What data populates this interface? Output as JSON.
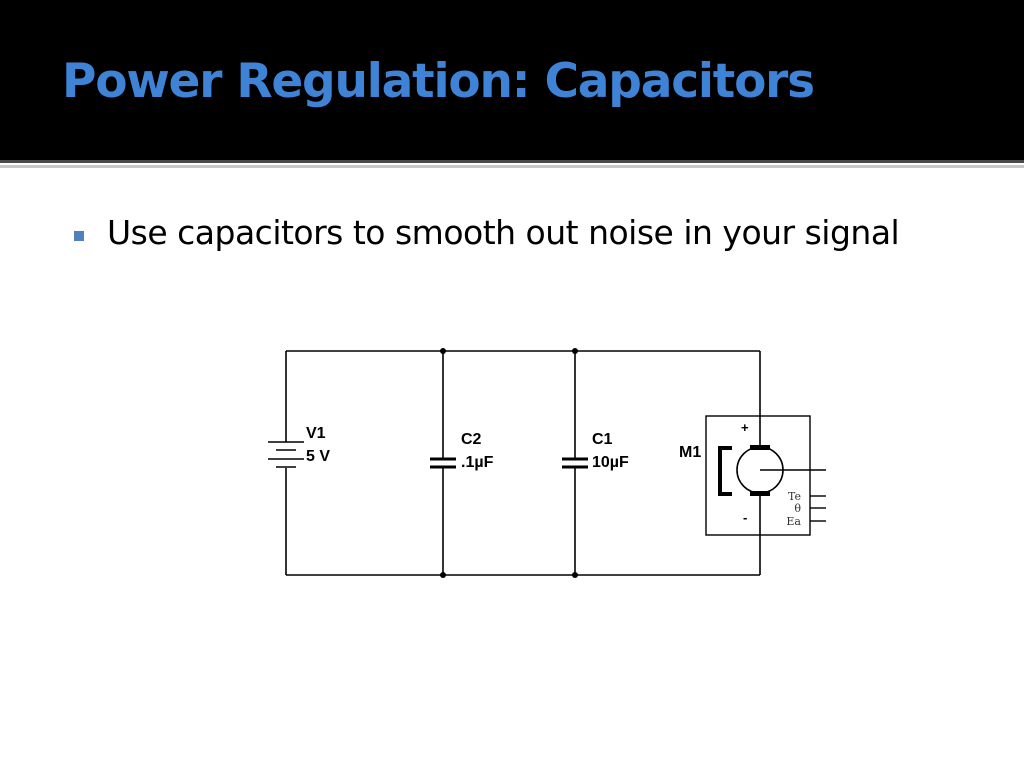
{
  "slide": {
    "title": "Power Regulation: Capacitors",
    "bullets": [
      {
        "text": "Use capacitors to smooth out noise in your signal"
      }
    ]
  },
  "circuit": {
    "components": [
      {
        "id": "battery",
        "name": "V1",
        "value": "5 V"
      },
      {
        "id": "cap-c2",
        "name": "C2",
        "value": ".1µF"
      },
      {
        "id": "cap-c1",
        "name": "C1",
        "value": "10µF"
      },
      {
        "id": "motor",
        "name": "M1",
        "plus": "+",
        "minus": "-",
        "outputs": [
          "Te",
          "θ",
          "Ea"
        ]
      }
    ]
  },
  "colors": {
    "title_background": "#000000",
    "title_text": "#3f83d6",
    "bullet_marker": "#4f81bd",
    "wire": "#000000"
  }
}
